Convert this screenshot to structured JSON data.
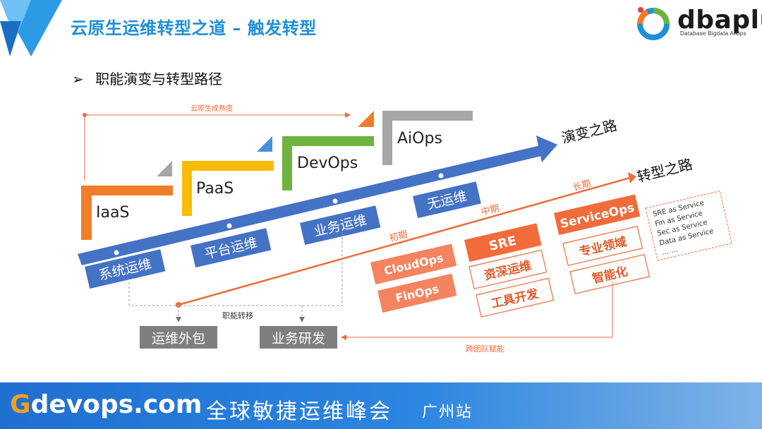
{
  "header": {
    "title": "云原生运维转型之道 – 触发转型",
    "subtitle_bullet": "➢",
    "subtitle": "职能演变与转型路径"
  },
  "brand": {
    "name": "dbaplus",
    "tagline": "Database  Bigdata  AiOps"
  },
  "diagram": {
    "maturity_label": "云原生成熟度",
    "stages": [
      "IaaS",
      "PaaS",
      "DevOps",
      "AiOps"
    ],
    "evolution_path_label": "演变之路",
    "evolution_roles": [
      "系统运维",
      "平台运维",
      "业务运维",
      "无运维"
    ],
    "transform_path_label": "转型之路",
    "phases": [
      "初期",
      "中期",
      "长期"
    ],
    "early_roles": [
      "CloudOps",
      "FinOps"
    ],
    "mid_roles": [
      "SRE",
      "资深运维",
      "工具开发"
    ],
    "long_roles": [
      "ServiceOps",
      "专业领域",
      "智能化"
    ],
    "service_list": [
      "SRE as Service",
      "Fin as Service",
      "Sec as Service",
      "Data as Service",
      "… …"
    ],
    "job_transfer_label": "职能转移",
    "outcomes": [
      "运维外包",
      "业务研发"
    ],
    "empower_label": "跨团队赋能"
  },
  "footer": {
    "site_g": "G",
    "site_rest": "devops.com",
    "event": "全球敏捷运维峰会",
    "city": "广州站"
  },
  "colors": {
    "title_blue": "#1f8fd6",
    "stage_orange": "#f07d29",
    "stage_yellow": "#fbbc05",
    "stage_green": "#6db33f",
    "stage_gray": "#a6a6a6",
    "arrow_blue": "#4472c4",
    "accent_orange": "#f26b3a",
    "outcome_gray": "#7f7f7f"
  }
}
